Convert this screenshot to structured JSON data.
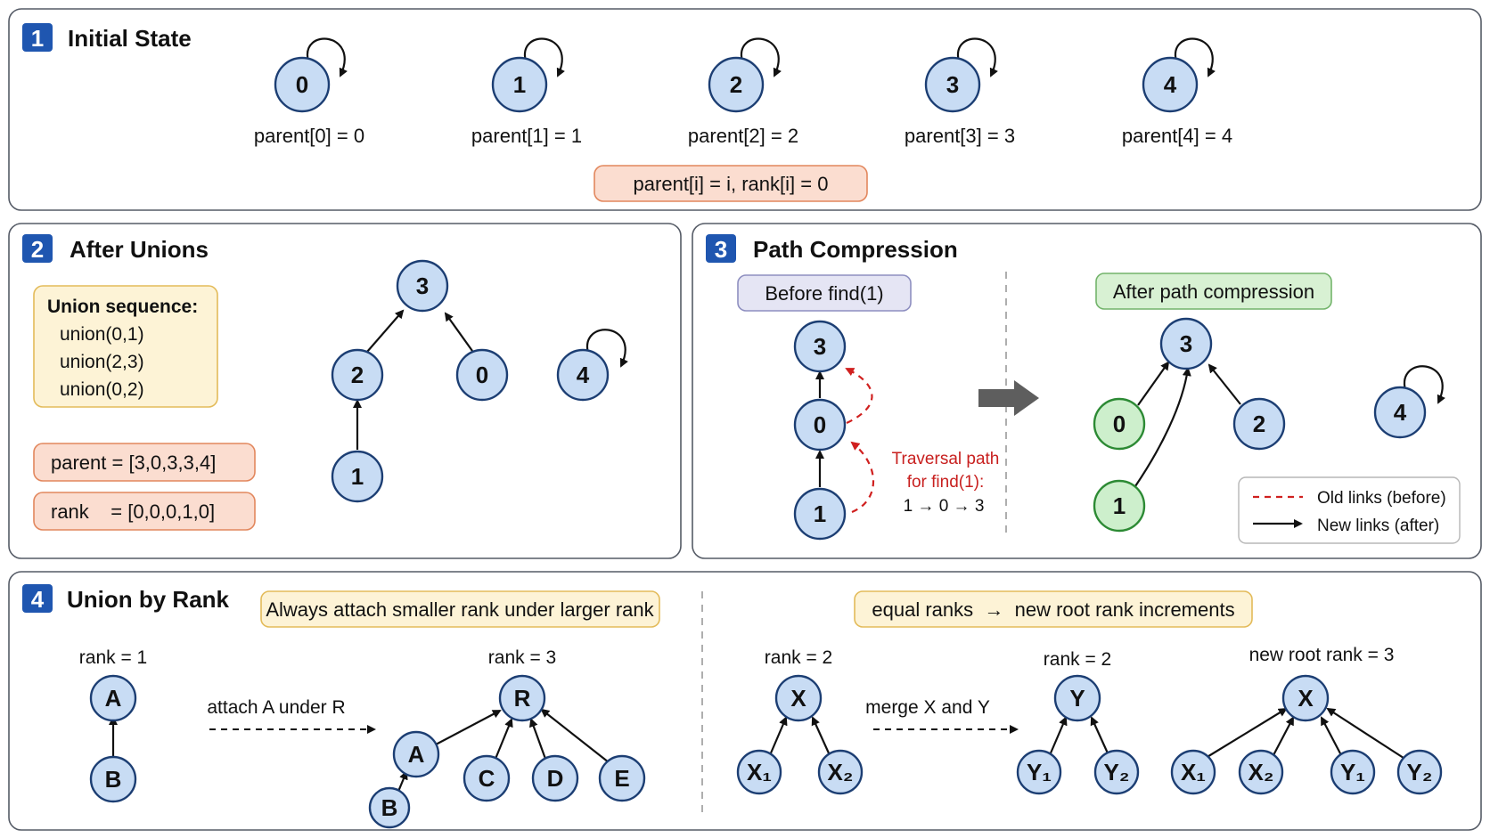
{
  "panel1": {
    "badge": "1",
    "title": "Initial State",
    "nodes": [
      "0",
      "1",
      "2",
      "3",
      "4"
    ],
    "labels": [
      "parent[0] = 0",
      "parent[1] = 1",
      "parent[2] = 2",
      "parent[3] = 3",
      "parent[4] = 4"
    ],
    "formula": "parent[i] = i,  rank[i] = 0"
  },
  "panel2": {
    "badge": "2",
    "title": "After Unions",
    "seq_title": "Union sequence:",
    "seq": [
      "union(0,1)",
      "union(2,3)",
      "union(0,2)"
    ],
    "parent_arr": "parent = [3,0,3,3,4]",
    "rank_arr": "rank    = [0,0,0,1,0]",
    "nodes": {
      "n3": "3",
      "n2": "2",
      "n0": "0",
      "n1": "1",
      "n4": "4"
    }
  },
  "panel3": {
    "badge": "3",
    "title": "Path Compression",
    "before_label": "Before find(1)",
    "after_label": "After path compression",
    "before_nodes": {
      "n3": "3",
      "n0": "0",
      "n1": "1"
    },
    "traversal_1": "Traversal path",
    "traversal_2": "for find(1):",
    "traversal_path": "1 → 0 → 3",
    "after_nodes": {
      "n3": "3",
      "n0": "0",
      "n2": "2",
      "n1": "1",
      "n4": "4"
    },
    "legend_old": "Old links (before)",
    "legend_new": "New links (after)"
  },
  "panel4": {
    "badge": "4",
    "title": "Union by Rank",
    "rule_left": "Always attach smaller rank under larger rank",
    "rule_right": "equal ranks  →  new root rank increments",
    "left_rank": "rank = 1",
    "left_nodes": {
      "a": "A",
      "b": "B"
    },
    "attach_label": "attach A under R",
    "mid_rank": "rank = 3",
    "mid_nodes": {
      "r": "R",
      "a": "A",
      "b": "B",
      "c": "C",
      "d": "D",
      "e": "E"
    },
    "x_rank": "rank = 2",
    "x_nodes": {
      "x": "X",
      "x1": "X₁",
      "x2": "X₂"
    },
    "merge_label": "merge X and Y",
    "y_rank": "rank = 2",
    "y_nodes": {
      "y": "Y",
      "y1": "Y₁",
      "y2": "Y₂"
    },
    "new_rank": "new root rank = 3",
    "final_nodes": {
      "x": "X",
      "x1": "X₁",
      "x2": "X₂",
      "y1": "Y₁",
      "y2": "Y₂"
    }
  },
  "colors": {
    "badge": "#1f56b0",
    "node_fill": "#c8dcf4",
    "node_green": "#cdefcc",
    "old_link": "#d0201f"
  }
}
